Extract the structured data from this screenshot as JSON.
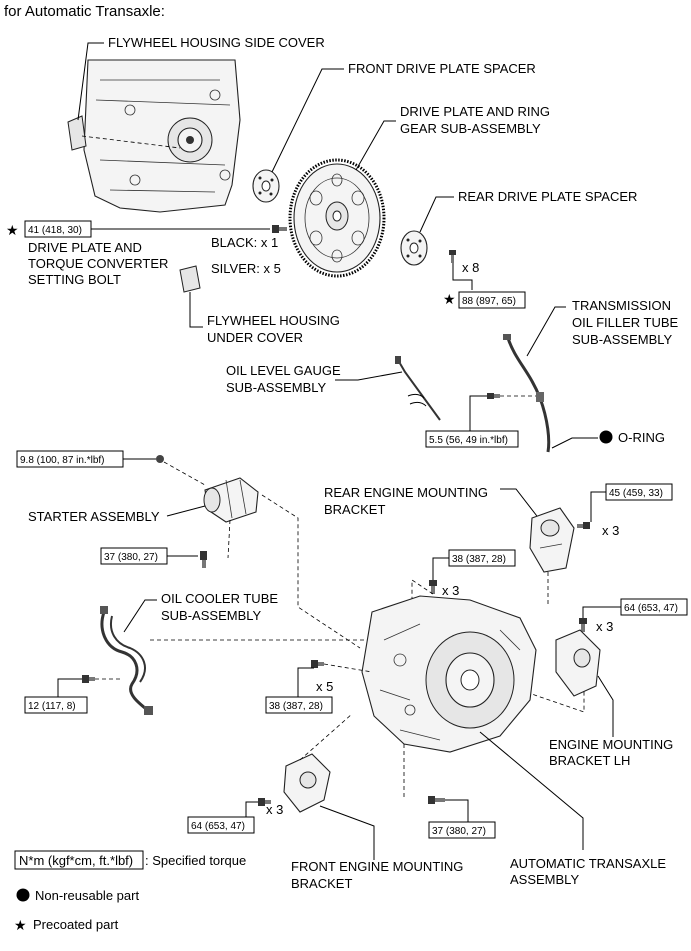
{
  "title": "for Automatic Transaxle:",
  "labels": {
    "flywheel_side_cover": "FLYWHEEL HOUSING SIDE COVER",
    "front_spacer": "FRONT DRIVE PLATE SPACER",
    "drive_plate_1": "DRIVE PLATE AND RING",
    "drive_plate_2": "GEAR SUB-ASSEMBLY",
    "rear_spacer": "REAR DRIVE PLATE SPACER",
    "setting_bolt_1": "DRIVE PLATE AND",
    "setting_bolt_2": "TORQUE CONVERTER",
    "setting_bolt_3": "SETTING BOLT",
    "black": "BLACK: x 1",
    "silver": "SILVER: x 5",
    "x8": "x 8",
    "under_cover_1": "FLYWHEEL HOUSING",
    "under_cover_2": "UNDER COVER",
    "filler_tube_1": "TRANSMISSION",
    "filler_tube_2": "OIL FILLER TUBE",
    "filler_tube_3": "SUB-ASSEMBLY",
    "gauge_1": "OIL LEVEL GAUGE",
    "gauge_2": "SUB-ASSEMBLY",
    "o_ring": "O-RING",
    "rear_mount_1": "REAR ENGINE MOUNTING",
    "rear_mount_2": "BRACKET",
    "starter": "STARTER ASSEMBLY",
    "x3_a": "x 3",
    "x3_b": "x 3",
    "x3_c": "x 3",
    "x3_d": "x 3",
    "x5": "x 5",
    "cooler_1": "OIL COOLER TUBE",
    "cooler_2": "SUB-ASSEMBLY",
    "lh_mount_1": "ENGINE MOUNTING",
    "lh_mount_2": "BRACKET LH",
    "front_mount_1": "FRONT ENGINE MOUNTING",
    "front_mount_2": "BRACKET",
    "transaxle_1": "AUTOMATIC TRANSAXLE",
    "transaxle_2": "ASSEMBLY"
  },
  "torques": {
    "setting_bolt": "41 (418, 30)",
    "drive_plate_bolts": "88 (897, 65)",
    "filler_tube": "5.5 (56, 49 in.*lbf)",
    "starter_top": "9.8 (100, 87 in.*lbf)",
    "starter_bottom": "37 (380, 27)",
    "rear_mount": "45 (459, 33)",
    "transaxle_top": "38 (387, 28)",
    "lh_mount": "64 (653, 47)",
    "transaxle_left": "38 (387, 28)",
    "cooler_tube": "12 (117, 8)",
    "front_mount": "64 (653, 47)",
    "transaxle_bottom": "37 (380, 27)"
  },
  "legend": {
    "torque_box": "N*m (kgf*cm, ft.*lbf)",
    "torque_desc": ": Specified torque",
    "nonreusable": "Non-reusable part",
    "precoated": "Precoated part"
  }
}
